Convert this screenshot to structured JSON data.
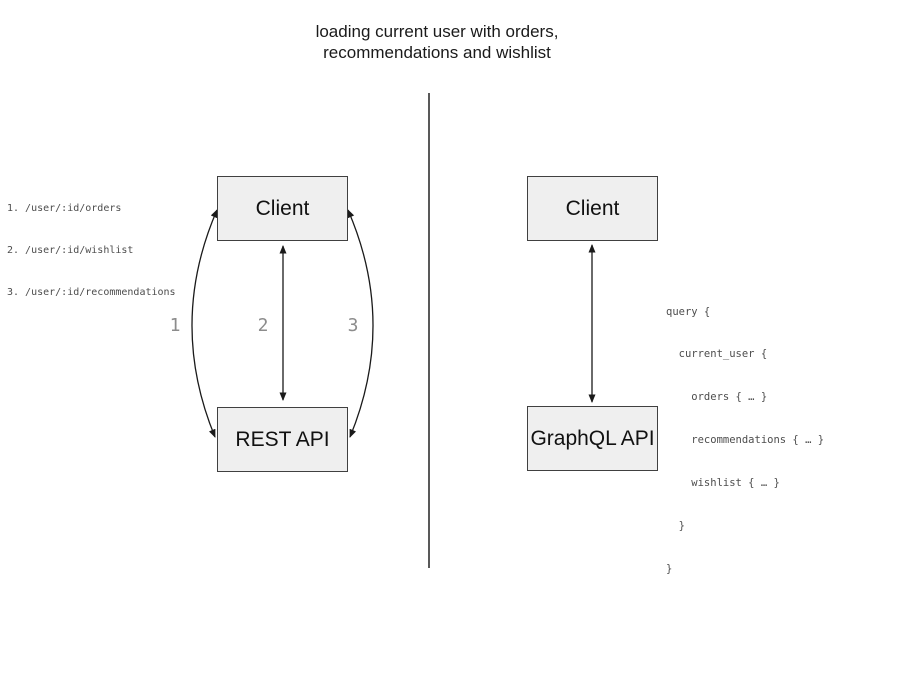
{
  "title": {
    "line1": "loading current user with orders,",
    "line2": "recommendations and wishlist"
  },
  "left_panel": {
    "endpoints": [
      "1. /user/:id/orders",
      "2. /user/:id/wishlist",
      "3. /user/:id/recommendations"
    ],
    "client_box_label": "Client",
    "api_box_label": "REST API",
    "arrow_labels": [
      "1",
      "2",
      "3"
    ]
  },
  "right_panel": {
    "client_box_label": "Client",
    "api_box_label": "GraphQL API",
    "query_lines": [
      "query {",
      "  current_user {",
      "    orders { … }",
      "    recommendations { … }",
      "    wishlist { … }",
      "  }",
      "}"
    ]
  },
  "colors": {
    "box_fill": "#efefef",
    "box_border": "#404040",
    "arrow": "#1a1a1a",
    "divider": "#595959",
    "code_text": "#4d4d4d",
    "arrow_label_text": "#8c8c8c"
  }
}
